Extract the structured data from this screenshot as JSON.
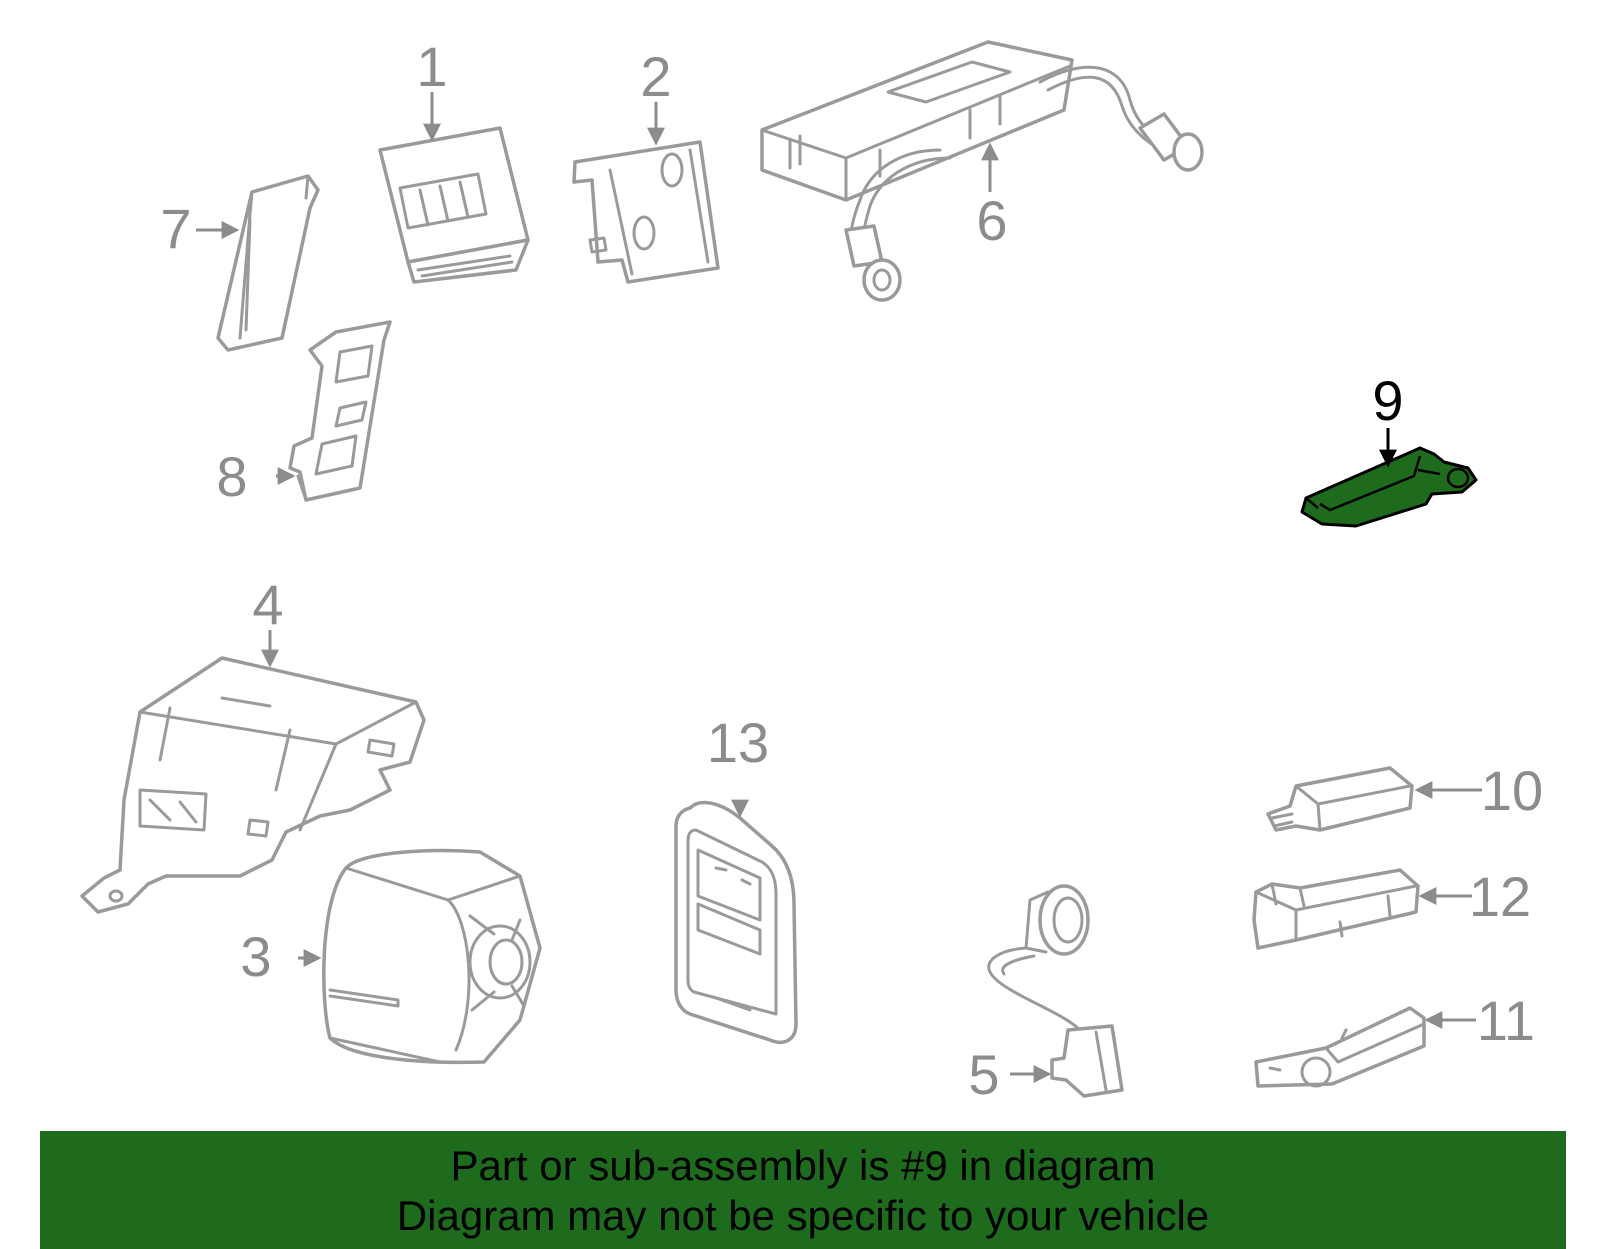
{
  "diagram": {
    "callouts": [
      {
        "id": "c1",
        "label": "1"
      },
      {
        "id": "c2",
        "label": "2"
      },
      {
        "id": "c3",
        "label": "3"
      },
      {
        "id": "c4",
        "label": "4"
      },
      {
        "id": "c5",
        "label": "5"
      },
      {
        "id": "c6",
        "label": "6"
      },
      {
        "id": "c7",
        "label": "7"
      },
      {
        "id": "c8",
        "label": "8"
      },
      {
        "id": "c9",
        "label": "9"
      },
      {
        "id": "c10",
        "label": "10"
      },
      {
        "id": "c11",
        "label": "11"
      },
      {
        "id": "c12",
        "label": "12"
      },
      {
        "id": "c13",
        "label": "13"
      }
    ],
    "highlighted_part": "9",
    "colors": {
      "highlight": "#1e6b1e",
      "line_art": "#9a9a9a",
      "callout_text": "#8c8c8c"
    }
  },
  "banner": {
    "line1": "Part or sub-assembly is #9 in diagram",
    "line2": "Diagram may not be specific to your vehicle"
  }
}
